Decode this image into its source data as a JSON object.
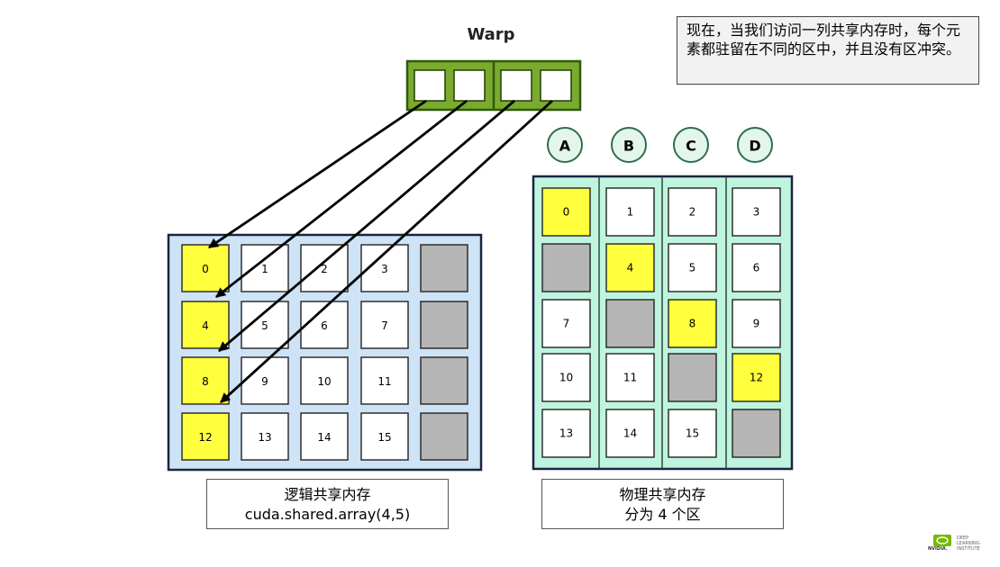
{
  "warp_label": "Warp",
  "note_text": "现在，当我们访问一列共享内存时，每个元素都驻留在不同的区中，并且没有区冲突。",
  "logical": {
    "title": "逻辑共享内存",
    "subtitle": "cuda.shared.array(4,5)",
    "rows": [
      [
        "0",
        "1",
        "2",
        "3",
        ""
      ],
      [
        "4",
        "5",
        "6",
        "7",
        ""
      ],
      [
        "8",
        "9",
        "10",
        "11",
        ""
      ],
      [
        "12",
        "13",
        "14",
        "15",
        ""
      ]
    ]
  },
  "physical": {
    "title": "物理共享内存",
    "subtitle": "分为 4 个区",
    "bank_labels": [
      "A",
      "B",
      "C",
      "D"
    ],
    "rows": [
      [
        "0",
        "1",
        "2",
        "3"
      ],
      [
        "",
        "4",
        "5",
        "6"
      ],
      [
        "7",
        "",
        "8",
        "9"
      ],
      [
        "10",
        "11",
        "",
        "12"
      ],
      [
        "13",
        "14",
        "15",
        ""
      ]
    ]
  },
  "logo": {
    "brand": "NVIDIA.",
    "line1": "DEEP",
    "line2": "LEARNING",
    "line3": "INSTITUTE"
  },
  "colors": {
    "highlight": "#ffff3d",
    "padding": "#b5b5b5",
    "logical_bg": "#cfe3f7",
    "physical_bg": "#bff5de",
    "warp_green": "#7aab2e",
    "warp_border": "#2e5a0e",
    "bank_circle_bg": "#e4f6ec",
    "bank_circle_border": "#2f6e4c",
    "nvidia_green": "#76b900"
  }
}
